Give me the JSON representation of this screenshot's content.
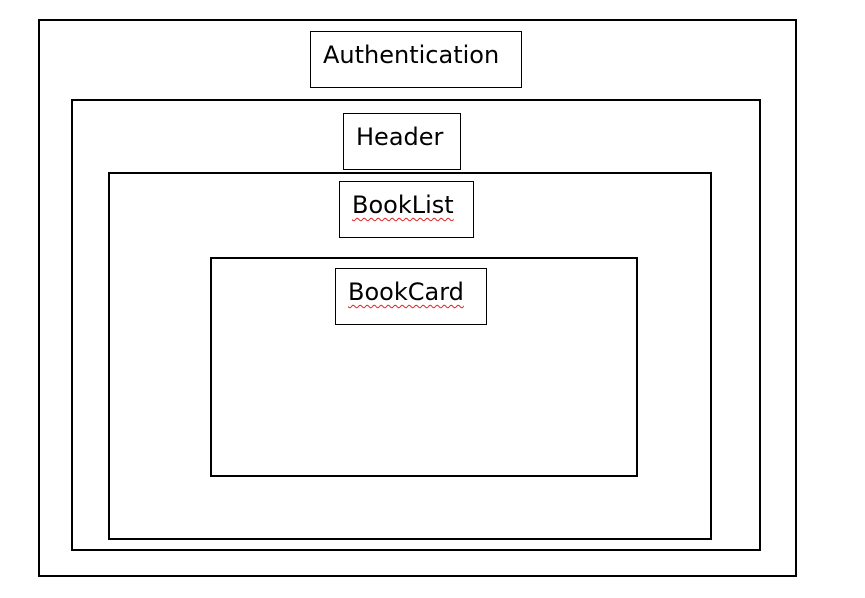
{
  "diagram": {
    "components": [
      {
        "id": "authentication",
        "label": "Authentication",
        "spellcheck_flag": false
      },
      {
        "id": "header",
        "label": "Header",
        "spellcheck_flag": false
      },
      {
        "id": "booklist",
        "label": "BookList",
        "spellcheck_flag": true
      },
      {
        "id": "bookcard",
        "label": "BookCard",
        "spellcheck_flag": true
      }
    ],
    "nesting": [
      "authentication",
      "header",
      "booklist",
      "bookcard"
    ],
    "colors": {
      "stroke": "#000000",
      "background": "#ffffff",
      "spellcheck_underline": "#e02020"
    }
  }
}
